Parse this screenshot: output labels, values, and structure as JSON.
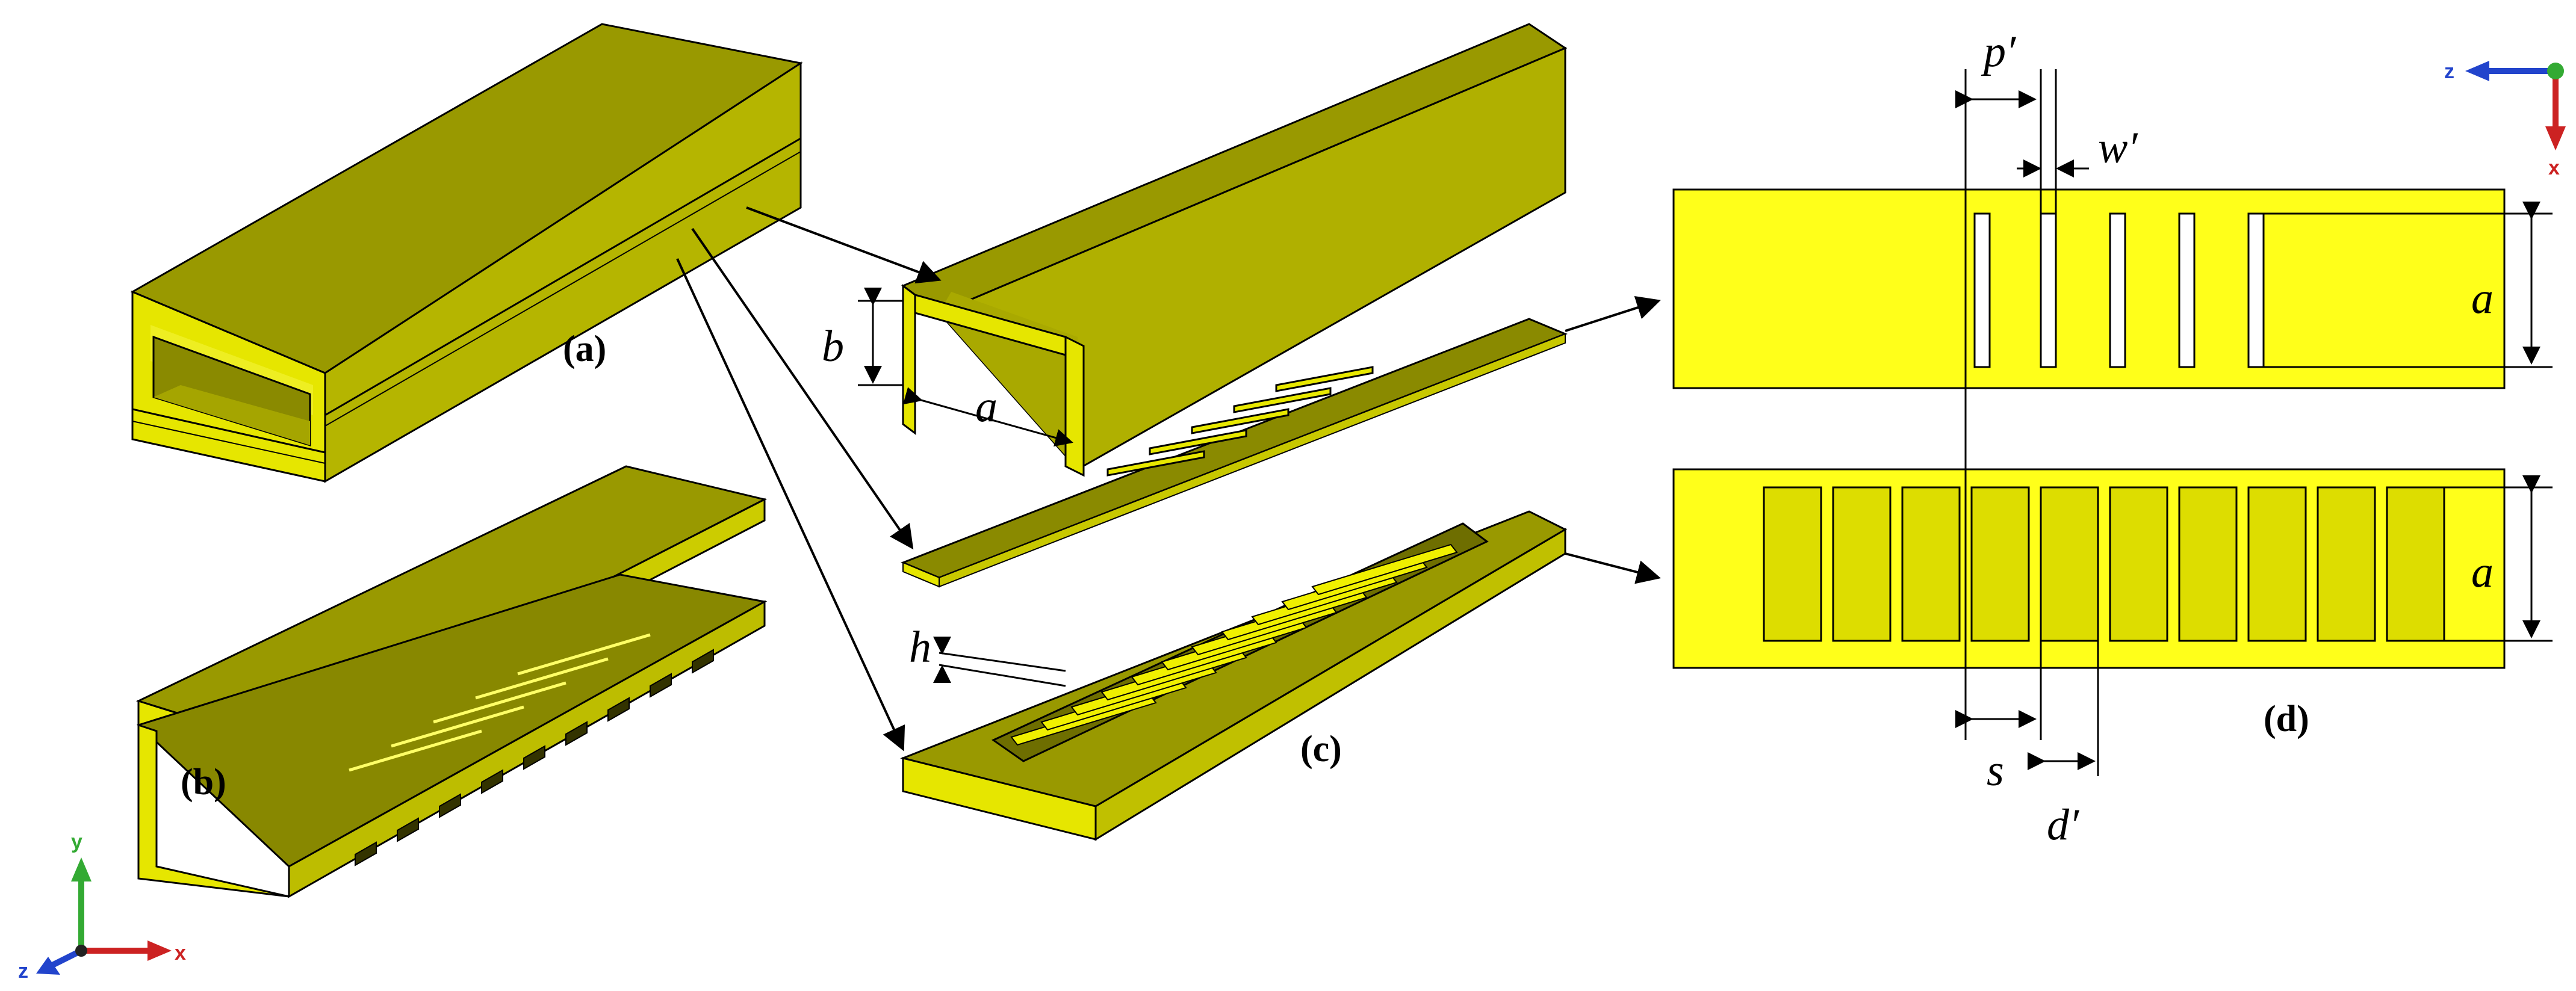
{
  "panels": {
    "a": "(a)",
    "b": "(b)",
    "c": "(c)",
    "d": "(d)"
  },
  "dimensions": {
    "p_prime": "p′",
    "w_prime": "w′",
    "a_1": "a",
    "a_2": "a",
    "a_3": "a",
    "b": "b",
    "h": "h",
    "s": "s",
    "d_prime": "d′"
  },
  "axes_left": {
    "y": "y",
    "x": "x",
    "z": "z"
  },
  "axes_right": {
    "z": "z",
    "x": "x"
  },
  "colors": {
    "gold_top": "#999900",
    "gold_side": "#d4d400",
    "gold_front": "#eeee22",
    "gold_dark": "#7a7a00",
    "bright_yellow": "#ffff1a",
    "slot_fill": "#dddd00"
  }
}
